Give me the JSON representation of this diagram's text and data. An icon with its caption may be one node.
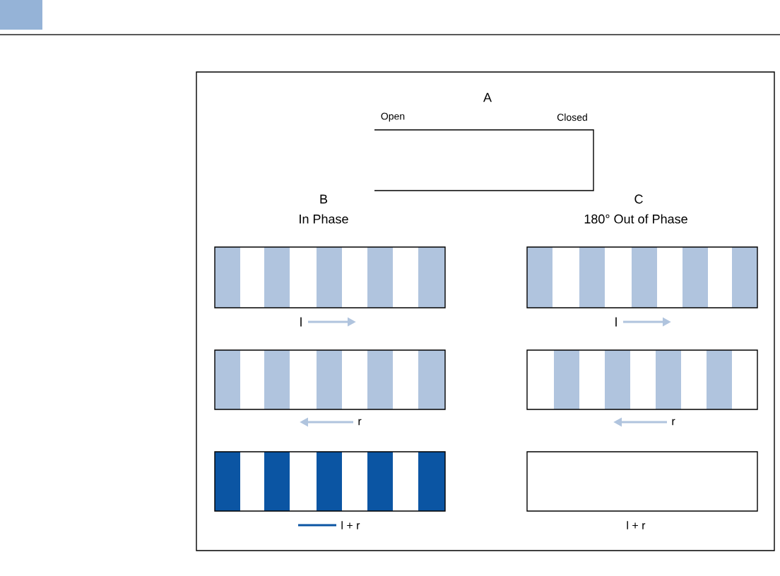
{
  "diagram": {
    "labels": [
      "A",
      "Open",
      "Closed",
      "B",
      "In Phase",
      "C",
      "180° Out of Phase",
      "l",
      "l",
      "r",
      "r",
      "l + r",
      "l + r"
    ]
  }
}
